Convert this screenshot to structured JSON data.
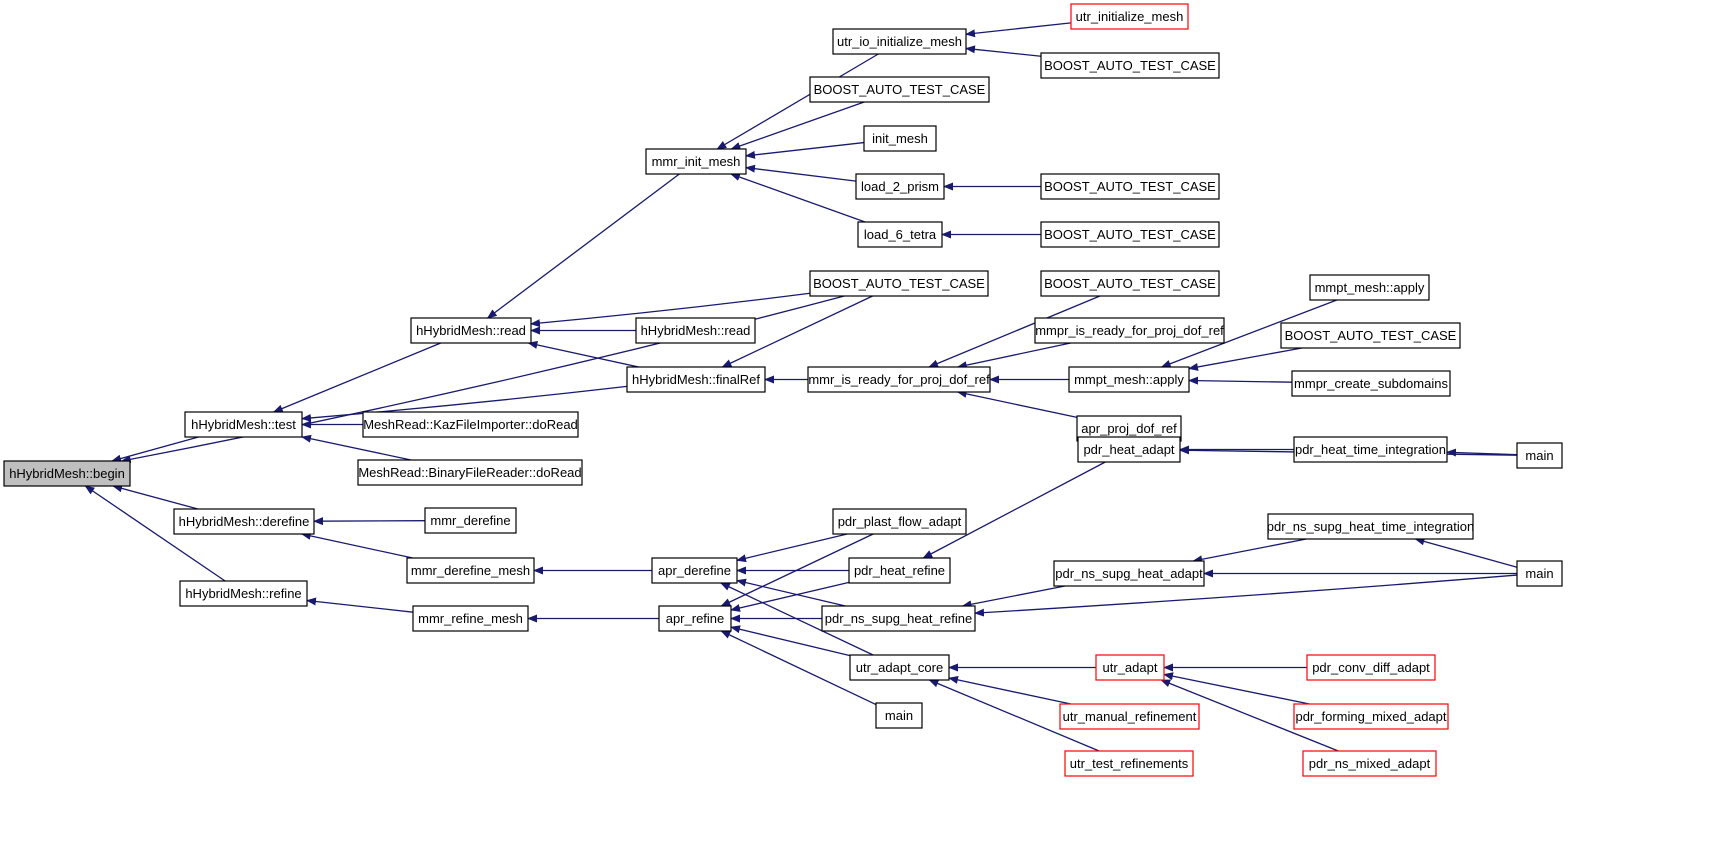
{
  "colors": {
    "edge": "#191970",
    "border_normal": "#000000",
    "border_truncated": "#ff0000",
    "root_fill": "#bfbfbf",
    "node_fill": "#ffffff"
  },
  "diagram": {
    "type": "caller-graph",
    "root": "n_begin",
    "nodes": [
      {
        "id": "n_begin",
        "label": "hHybridMesh::begin",
        "root": true
      },
      {
        "id": "n_test",
        "label": "hHybridMesh::test"
      },
      {
        "id": "n_derefine",
        "label": "hHybridMesh::derefine"
      },
      {
        "id": "n_refine",
        "label": "hHybridMesh::refine"
      },
      {
        "id": "n_read",
        "label": "hHybridMesh::read"
      },
      {
        "id": "n_kaz",
        "label": "MeshRead::KazFileImporter::doRead"
      },
      {
        "id": "n_binread",
        "label": "MeshRead::BinaryFileReader::doRead"
      },
      {
        "id": "n_mmrderef",
        "label": "mmr_derefine"
      },
      {
        "id": "n_mmrderefmesh",
        "label": "mmr_derefine_mesh"
      },
      {
        "id": "n_mmrrefmesh",
        "label": "mmr_refine_mesh"
      },
      {
        "id": "n_mmrinit",
        "label": "mmr_init_mesh"
      },
      {
        "id": "n_boost_read",
        "label": "BOOST_AUTO_TEST_CASE"
      },
      {
        "id": "n_read2",
        "label": "hHybridMesh::read"
      },
      {
        "id": "n_finalref",
        "label": "hHybridMesh::finalRef"
      },
      {
        "id": "n_aprderef",
        "label": "apr_derefine"
      },
      {
        "id": "n_aprref",
        "label": "apr_refine"
      },
      {
        "id": "n_utrio",
        "label": "utr_io_initialize_mesh"
      },
      {
        "id": "n_boost_init",
        "label": "BOOST_AUTO_TEST_CASE"
      },
      {
        "id": "n_initmesh",
        "label": "init_mesh"
      },
      {
        "id": "n_load2",
        "label": "load_2_prism"
      },
      {
        "id": "n_load6",
        "label": "load_6_tetra"
      },
      {
        "id": "n_mmrready",
        "label": "mmr_is_ready_for_proj_dof_ref"
      },
      {
        "id": "n_plast",
        "label": "pdr_plast_flow_adapt"
      },
      {
        "id": "n_heatref",
        "label": "pdr_heat_refine"
      },
      {
        "id": "n_nsref",
        "label": "pdr_ns_supg_heat_refine"
      },
      {
        "id": "n_utrcore",
        "label": "utr_adapt_core"
      },
      {
        "id": "n_main_apr",
        "label": "main"
      },
      {
        "id": "n_utrinit",
        "label": "utr_initialize_mesh",
        "truncated": true
      },
      {
        "id": "n_boost_utrio",
        "label": "BOOST_AUTO_TEST_CASE"
      },
      {
        "id": "n_boost_load2",
        "label": "BOOST_AUTO_TEST_CASE"
      },
      {
        "id": "n_boost_load6",
        "label": "BOOST_AUTO_TEST_CASE"
      },
      {
        "id": "n_boost_ready",
        "label": "BOOST_AUTO_TEST_CASE"
      },
      {
        "id": "n_mmprready",
        "label": "mmpr_is_ready_for_proj_dof_ref"
      },
      {
        "id": "n_mmptapply",
        "label": "mmpt_mesh::apply"
      },
      {
        "id": "n_aprproj",
        "label": "apr_proj_dof_ref"
      },
      {
        "id": "n_heatadapt",
        "label": "pdr_heat_adapt"
      },
      {
        "id": "n_nsadapt",
        "label": "pdr_ns_supg_heat_adapt"
      },
      {
        "id": "n_utradapt",
        "label": "utr_adapt",
        "truncated": true
      },
      {
        "id": "n_utrmanual",
        "label": "utr_manual_refinement",
        "truncated": true
      },
      {
        "id": "n_utrtest",
        "label": "utr_test_refinements",
        "truncated": true
      },
      {
        "id": "n_mmptapply2",
        "label": "mmpt_mesh::apply"
      },
      {
        "id": "n_boost_mmpt",
        "label": "BOOST_AUTO_TEST_CASE"
      },
      {
        "id": "n_mmprsub",
        "label": "mmpr_create_subdomains"
      },
      {
        "id": "n_heattime",
        "label": "pdr_heat_time_integration"
      },
      {
        "id": "n_nstime",
        "label": "pdr_ns_supg_heat_time_integration"
      },
      {
        "id": "n_convdiff",
        "label": "pdr_conv_diff_adapt",
        "truncated": true
      },
      {
        "id": "n_forming",
        "label": "pdr_forming_mixed_adapt",
        "truncated": true
      },
      {
        "id": "n_nsmixed",
        "label": "pdr_ns_mixed_adapt",
        "truncated": true
      },
      {
        "id": "n_main_heat",
        "label": "main"
      },
      {
        "id": "n_main_ns",
        "label": "main"
      }
    ],
    "edges": [
      [
        "n_test",
        "n_begin"
      ],
      [
        "n_derefine",
        "n_begin"
      ],
      [
        "n_refine",
        "n_begin"
      ],
      [
        "n_boost_read",
        "n_begin"
      ],
      [
        "n_read",
        "n_test"
      ],
      [
        "n_finalref",
        "n_test"
      ],
      [
        "n_kaz",
        "n_test"
      ],
      [
        "n_binread",
        "n_test"
      ],
      [
        "n_mmrderef",
        "n_derefine"
      ],
      [
        "n_mmrderefmesh",
        "n_derefine"
      ],
      [
        "n_mmrrefmesh",
        "n_refine"
      ],
      [
        "n_mmrinit",
        "n_read"
      ],
      [
        "n_boost_read",
        "n_read"
      ],
      [
        "n_read2",
        "n_read"
      ],
      [
        "n_finalref",
        "n_read"
      ],
      [
        "n_boost_read",
        "n_finalref"
      ],
      [
        "n_mmrready",
        "n_finalref"
      ],
      [
        "n_aprderef",
        "n_mmrderefmesh"
      ],
      [
        "n_aprref",
        "n_mmrrefmesh"
      ],
      [
        "n_utrio",
        "n_mmrinit"
      ],
      [
        "n_boost_init",
        "n_mmrinit"
      ],
      [
        "n_initmesh",
        "n_mmrinit"
      ],
      [
        "n_load2",
        "n_mmrinit"
      ],
      [
        "n_load6",
        "n_mmrinit"
      ],
      [
        "n_utrinit",
        "n_utrio"
      ],
      [
        "n_boost_utrio",
        "n_utrio"
      ],
      [
        "n_boost_load2",
        "n_load2"
      ],
      [
        "n_boost_load6",
        "n_load6"
      ],
      [
        "n_boost_ready",
        "n_mmrready"
      ],
      [
        "n_mmprready",
        "n_mmrready"
      ],
      [
        "n_mmptapply",
        "n_mmrready"
      ],
      [
        "n_aprproj",
        "n_mmrready"
      ],
      [
        "n_mmptapply2",
        "n_mmptapply"
      ],
      [
        "n_boost_mmpt",
        "n_mmptapply"
      ],
      [
        "n_mmprsub",
        "n_mmptapply"
      ],
      [
        "n_plast",
        "n_aprderef"
      ],
      [
        "n_heatref",
        "n_aprderef"
      ],
      [
        "n_nsref",
        "n_aprderef"
      ],
      [
        "n_utrcore",
        "n_aprderef"
      ],
      [
        "n_plast",
        "n_aprref"
      ],
      [
        "n_heatref",
        "n_aprref"
      ],
      [
        "n_nsref",
        "n_aprref"
      ],
      [
        "n_utrcore",
        "n_aprref"
      ],
      [
        "n_main_apr",
        "n_aprref"
      ],
      [
        "n_heatadapt",
        "n_heatref"
      ],
      [
        "n_nsadapt",
        "n_nsref"
      ],
      [
        "n_main_ns",
        "n_nsref"
      ],
      [
        "n_utradapt",
        "n_utrcore"
      ],
      [
        "n_utrmanual",
        "n_utrcore"
      ],
      [
        "n_utrtest",
        "n_utrcore"
      ],
      [
        "n_main_heat",
        "n_heatadapt"
      ],
      [
        "n_heattime",
        "n_heatadapt"
      ],
      [
        "n_main_heat",
        "n_heattime"
      ],
      [
        "n_nstime",
        "n_nsadapt"
      ],
      [
        "n_main_ns",
        "n_nsadapt"
      ],
      [
        "n_main_ns",
        "n_nstime"
      ],
      [
        "n_convdiff",
        "n_utradapt"
      ],
      [
        "n_forming",
        "n_utradapt"
      ],
      [
        "n_nsmixed",
        "n_utradapt"
      ]
    ]
  }
}
